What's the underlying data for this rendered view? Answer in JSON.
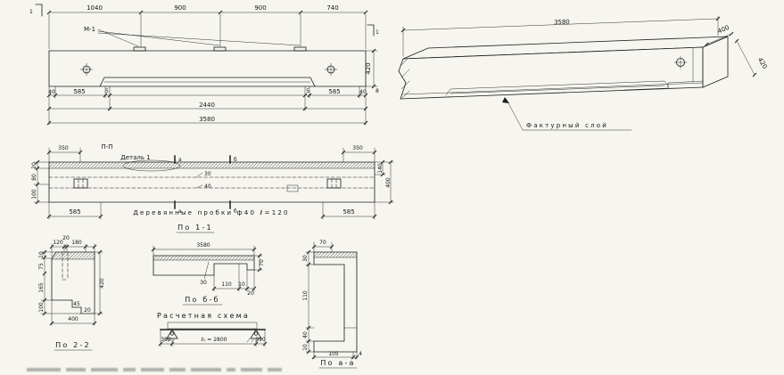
{
  "colors": {
    "paper": "#f6f5ef",
    "ink": "#1c1c1c"
  },
  "elevation": {
    "flag_left": "1",
    "flag_right": "1",
    "mark_label": "М-1",
    "dims_top": [
      "1040",
      "900",
      "900",
      "740"
    ],
    "dims_row1": [
      "40",
      "585",
      "5",
      "5",
      "585",
      "40"
    ],
    "dim_mid": "2440",
    "dim_total": "3580",
    "dim_height": "420",
    "dim_chamfer": "8"
  },
  "perspective": {
    "dim_length": "3580",
    "dim_width": "400",
    "dim_height": "420",
    "note": "Фактурный слой"
  },
  "plan": {
    "dim_left_end": "350",
    "dim_right_end": "350",
    "view_label": "П-П",
    "detail_label": "Деталь 1",
    "cut_a": "а",
    "cut_b": "б",
    "dim_groove_1": "30",
    "dim_groove_2": "40",
    "left_dims": [
      "20",
      "80",
      "100"
    ],
    "right_dims": [
      "140",
      "400"
    ],
    "dim_585_left": "585",
    "dim_585_right": "585",
    "note": "Деревянные пробки ф40 ℓ=120",
    "section_title": "По 1-1"
  },
  "section_2_2": {
    "dims_top": [
      "120",
      "20",
      "180"
    ],
    "dims_left": [
      "10",
      "75",
      "165",
      "100"
    ],
    "dim_height": "420",
    "dim_step_1": "45",
    "dim_step_2": "20",
    "dim_bottom": "400",
    "title": "По 2-2"
  },
  "section_b_b": {
    "dim_top": "3580",
    "dim_slab": "30",
    "dims_bottom": [
      "110",
      "10",
      "20"
    ],
    "dim_right": "70",
    "title": "По б-б"
  },
  "scheme": {
    "title": "Расчетная схема",
    "dim_left": "390",
    "dim_span": "ℓ₀ = 2800",
    "dim_right": "390"
  },
  "section_a_a": {
    "dim_top": "70",
    "dims_left": [
      "30",
      "110",
      "40",
      "10"
    ],
    "dims_bottom": [
      "105",
      "4"
    ],
    "title": "По а-а"
  }
}
